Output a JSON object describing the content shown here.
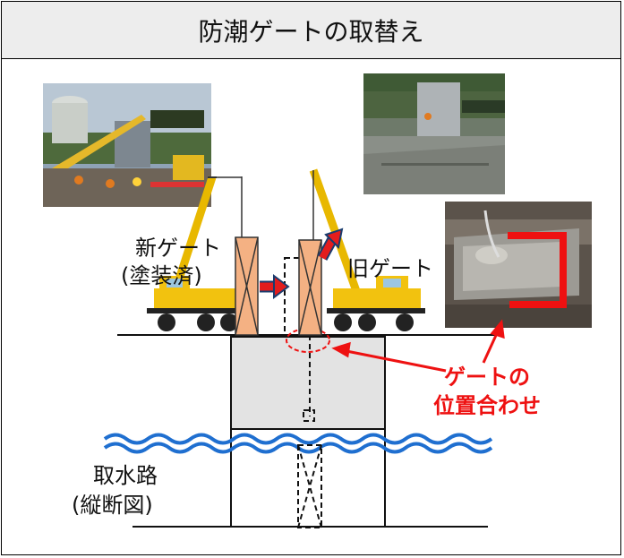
{
  "header": {
    "title": "防潮ゲートの取替え"
  },
  "labels": {
    "new_gate_line1": "新ゲート",
    "new_gate_line2": "(塗装済)",
    "old_gate": "旧ゲート",
    "alignment_line1": "ゲートの",
    "alignment_line2": "位置合わせ",
    "intake_line1": "取水路",
    "intake_line2": "(縦断図)"
  },
  "colors": {
    "accent_red": "#ee1111",
    "gate_fill": "#f4b183",
    "concrete": "#e3e3e3",
    "water_blue": "#1f6fd0",
    "crane_yellow": "#f2c20f"
  },
  "icons": [
    "crane-icon",
    "arrow-right-icon",
    "arrow-up-right-icon",
    "wave-icon"
  ]
}
